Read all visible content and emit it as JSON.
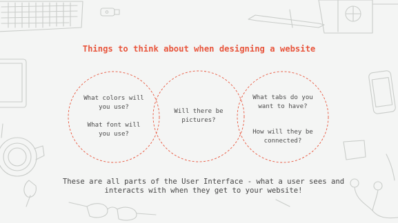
{
  "slide": {
    "title": "Things to think about when designing a website",
    "circles": [
      {
        "question_1": "What colors will you use?",
        "question_2": "What font will you use?"
      },
      {
        "question_1": "Will there be pictures?"
      },
      {
        "question_1": "What tabs do you want to have?",
        "question_2": "How will they be connected?"
      }
    ],
    "footer": "These are all parts of the User Interface - what a user sees and interacts with when they get to your website!"
  },
  "colors": {
    "accent": "#e8553c",
    "doodle": "#c9ccc9",
    "text": "#4a4a4a",
    "background": "#f4f5f4"
  },
  "decorations": [
    "keyboard",
    "usb-stick",
    "pen",
    "notebook",
    "tablet",
    "coffee-cup",
    "smartphone",
    "sticky-note",
    "glasses",
    "earphones",
    "mouse"
  ]
}
